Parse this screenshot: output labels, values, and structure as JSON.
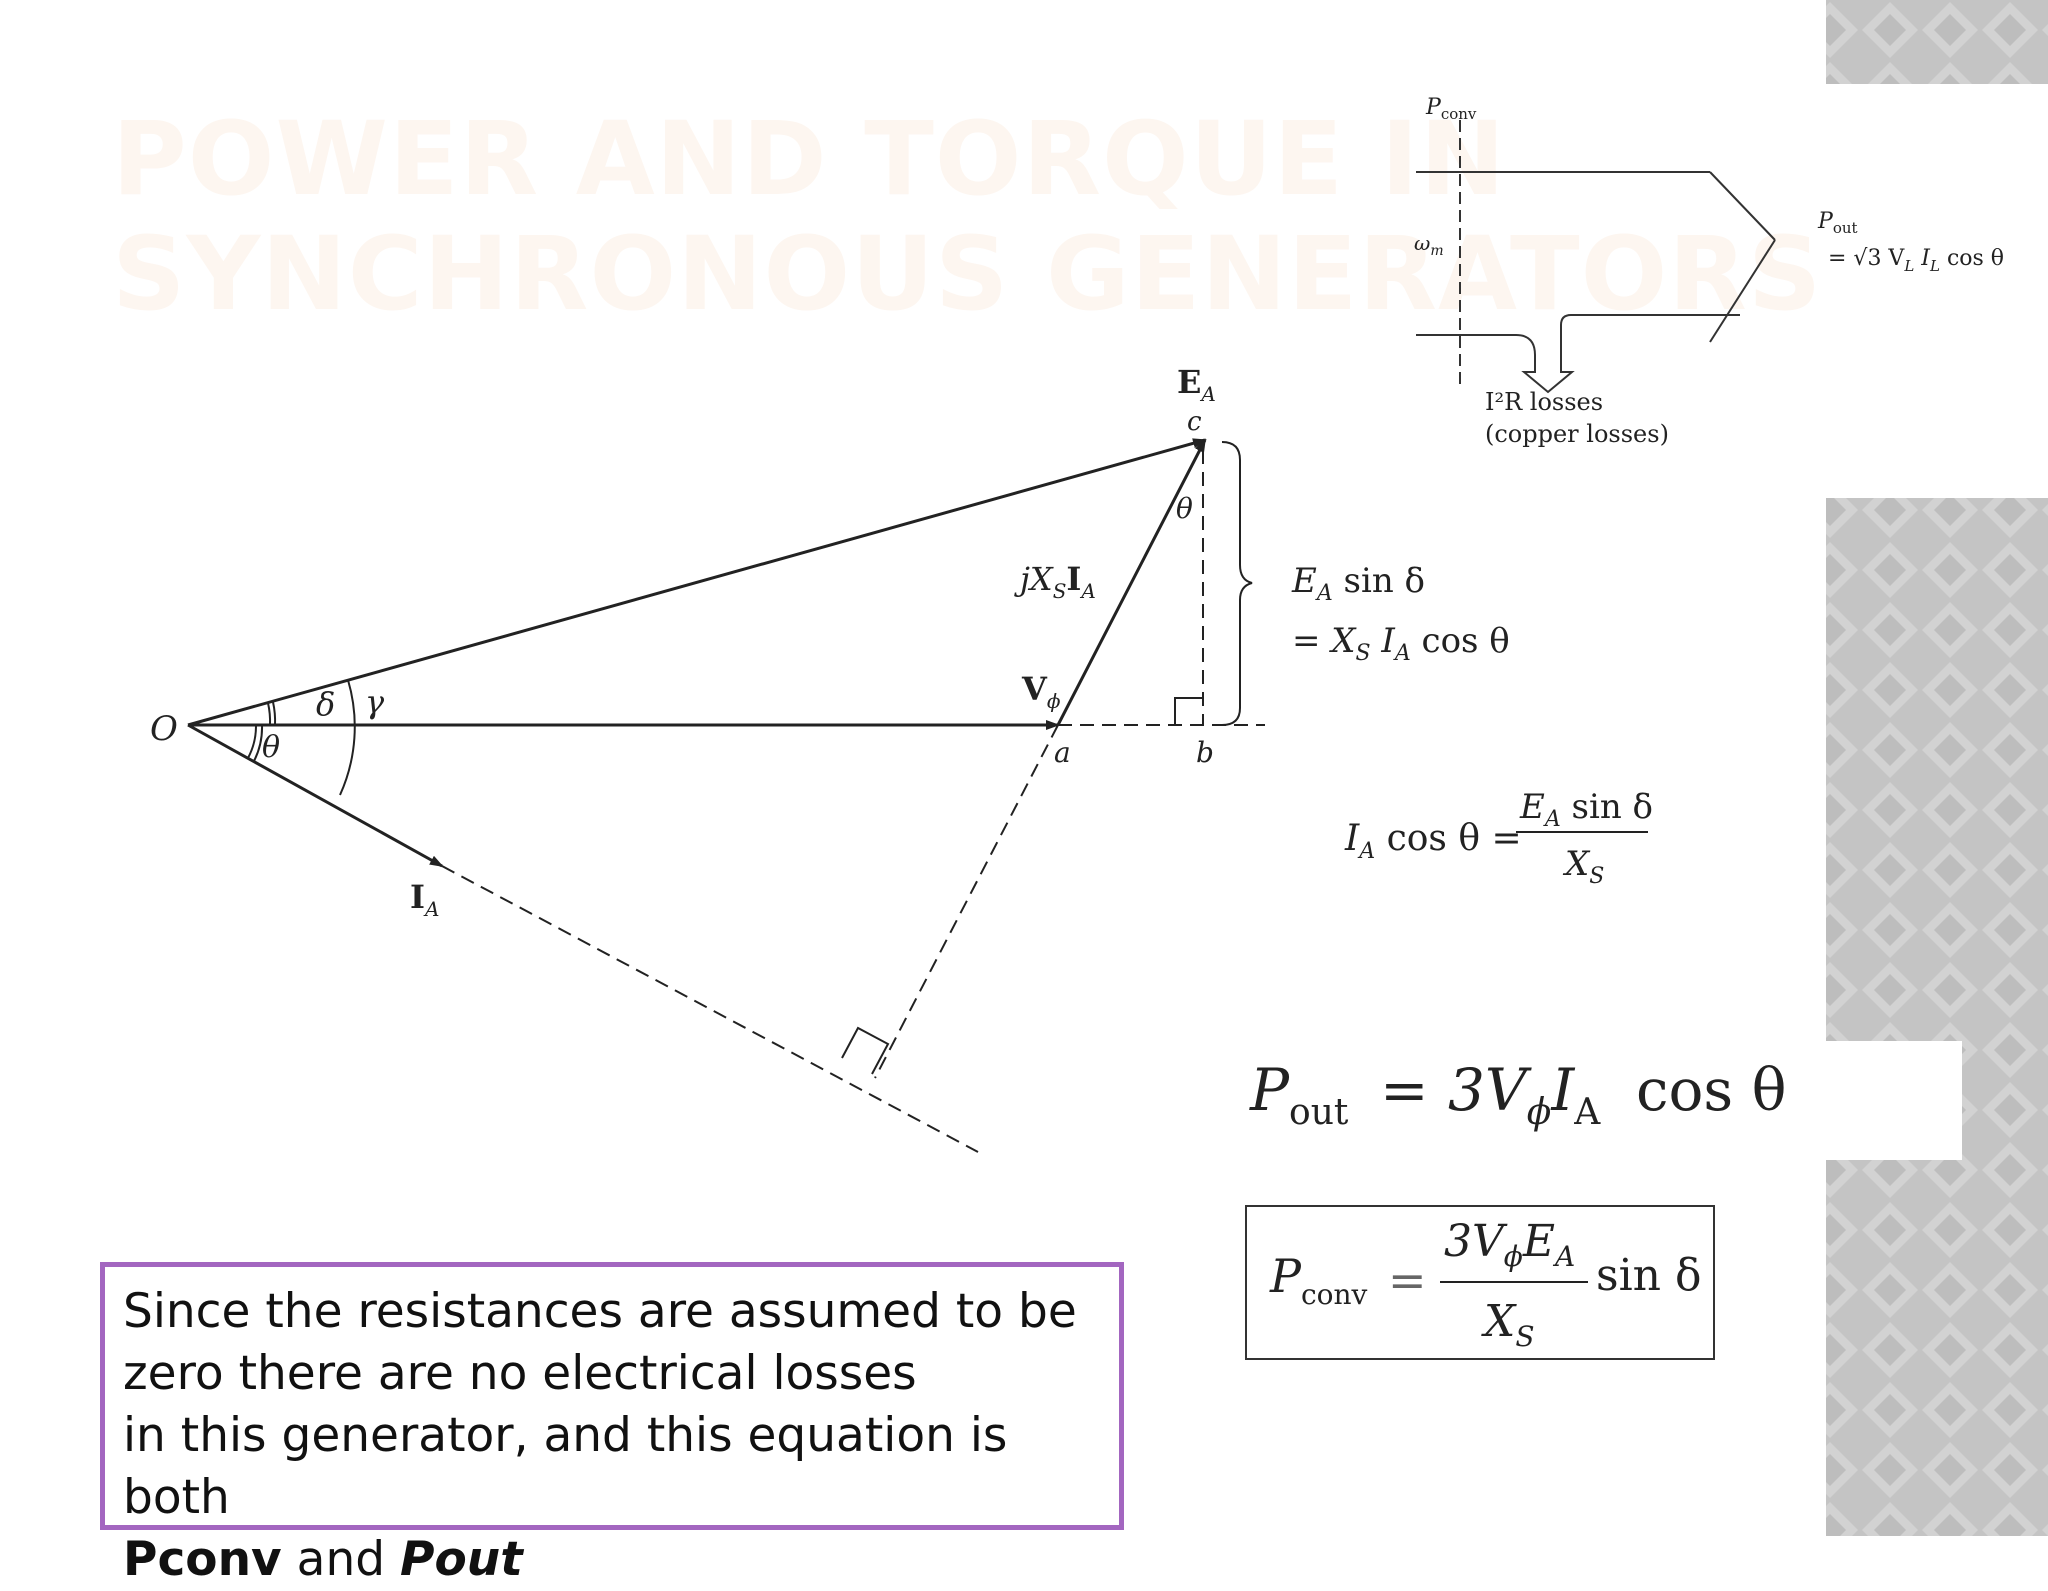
{
  "slide": {
    "title_line1": "POWER AND TORQUE IN",
    "title_line2": "SYNCHRONOUS GENERATORS",
    "colors": {
      "title": "#fdf6f0",
      "note_border": "#a366c0",
      "pattern_light": "#c9c9c9",
      "pattern_dark": "#a9a9a9"
    }
  },
  "power_flow": {
    "p_conv_label": "P",
    "p_conv_sub": "conv",
    "omega_label": "ω",
    "omega_sub": "m",
    "p_out_label": "P",
    "p_out_sub": "out",
    "p_out_formula": "= √3 V",
    "p_out_formula_L": "L",
    "p_out_formula_I": " I",
    "p_out_formula_L2": "L",
    "p_out_formula_cos": " cos θ",
    "losses_line1": "I²R losses",
    "losses_line2": "(copper losses)"
  },
  "phasor": {
    "origin": "O",
    "delta": "δ",
    "gamma": "γ",
    "theta": "θ",
    "ia": "I",
    "ia_sub": "A",
    "ea": "E",
    "ea_sub": "A",
    "point_c": "c",
    "vphi": "V",
    "vphi_sub": "ϕ",
    "point_a": "a",
    "point_b": "b",
    "jxsia": "jX",
    "jxsia_s": "S",
    "jxsia_i": "I",
    "jxsia_a": "A",
    "theta_at_c": "θ",
    "ea_sin_line1": "E",
    "ea_sin_line1_sub": "A",
    "ea_sin_line1_rest": " sin δ",
    "ea_sin_line2": "= X",
    "ea_sin_line2_s": "S",
    "ea_sin_line2_i": " I",
    "ea_sin_line2_a": "A",
    "ea_sin_line2_rest": " cos θ"
  },
  "equations": {
    "ia_cos_lhs": "I",
    "ia_cos_lhs_sub": "A",
    "ia_cos_lhs_rest": " cos θ =",
    "ia_cos_num": "E",
    "ia_cos_num_sub": "A",
    "ia_cos_num_rest": " sin δ",
    "ia_cos_den": "X",
    "ia_cos_den_sub": "S",
    "pout_lhs": "P",
    "pout_lhs_sub": "out",
    "pout_eq": "=",
    "pout_rhs": "3V",
    "pout_rhs_sub": "ϕ",
    "pout_rhs_i": "I",
    "pout_rhs_i_sub": "A",
    "pout_rhs_rest": "cos θ",
    "pconv_lhs": "P",
    "pconv_lhs_sub": "conv",
    "pconv_eq": "=",
    "pconv_num": "3V",
    "pconv_num_sub": "ϕ",
    "pconv_num_e": "E",
    "pconv_num_e_sub": "A",
    "pconv_den": "X",
    "pconv_den_sub": "S",
    "pconv_rest": "sin δ"
  },
  "note": {
    "line1": "Since the resistances are assumed to be",
    "line2": "zero there are no electrical losses",
    "line3": "in this generator, and this equation is both",
    "bold": "Pconv",
    "and": " and ",
    "italic_bold": "Pout"
  }
}
